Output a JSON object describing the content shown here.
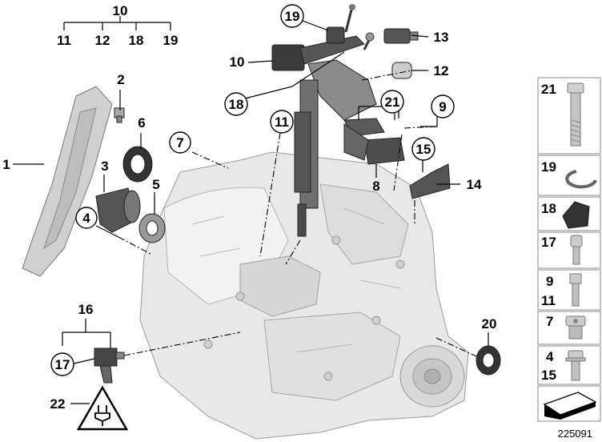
{
  "callouts": {
    "c1": "1",
    "c2": "2",
    "c3": "3",
    "c4": "4",
    "c5": "5",
    "c6": "6",
    "c7": "7",
    "c8": "8",
    "c9": "9",
    "c10_group": "10",
    "c10": "10",
    "c11": "11",
    "c12": "12",
    "c13": "13",
    "c14": "14",
    "c15": "15",
    "c16": "16",
    "c17": "17",
    "c18": "18",
    "c19": "19",
    "c20": "20",
    "c21": "21",
    "c22": "22"
  },
  "group_10_members": [
    "11",
    "12",
    "18",
    "19"
  ],
  "group_16_members": [
    "17"
  ],
  "legend": [
    {
      "numbers": [
        "21"
      ],
      "icon": "bolt-long-icon"
    },
    {
      "numbers": [
        "19"
      ],
      "icon": "circlip-icon"
    },
    {
      "numbers": [
        "18"
      ],
      "icon": "rubber-mount-icon"
    },
    {
      "numbers": [
        "17"
      ],
      "icon": "torx-bolt-icon"
    },
    {
      "numbers": [
        "9",
        "11"
      ],
      "icon": "hex-bolt-icon"
    },
    {
      "numbers": [
        "7"
      ],
      "icon": "plug-screw-icon"
    },
    {
      "numbers": [
        "4",
        "15"
      ],
      "icon": "flange-bolt-icon"
    },
    {
      "numbers": [],
      "icon": "shim-plate-icon"
    }
  ],
  "diagram_code": "225091",
  "colors": {
    "part_gray": "#d4d4d4",
    "dark_part": "#3a3a3a",
    "housing": "#e6e6e6",
    "line": "#000000"
  }
}
